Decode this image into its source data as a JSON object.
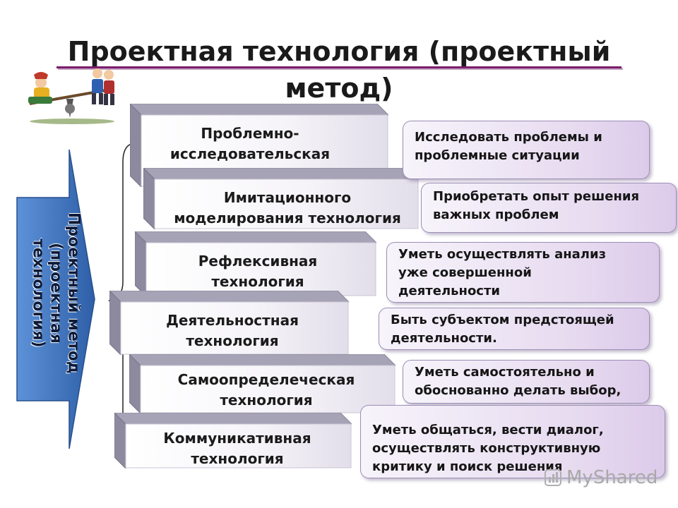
{
  "title": {
    "line1": "Проектная технология (проектный",
    "line2": "метод)"
  },
  "side_arrow": {
    "label": "Проектный метод\n(проектная\nтехнология)",
    "color": "#3f78c4"
  },
  "technologies": [
    {
      "label": "Проблемно-\nисследовательская",
      "note": "Исследовать  проблемы и\nпроблемные ситуации"
    },
    {
      "label": "Имитационного\nмоделирования технология",
      "note": "Приобретать опыт решения\nважных проблем"
    },
    {
      "label": "Рефлексивная\nтехнология",
      "note": "  Уметь осуществлять анализ\nуже совершенной\nдеятельности"
    },
    {
      "label": "Деятельностная\nтехнология",
      "note": "Быть субъектом предстоящей\nдеятельности."
    },
    {
      "label": "Самоопределеческая\nтехнология",
      "note": "Уметь самостоятельно  и\n обоснованно делать выбор,"
    },
    {
      "label": "Коммуникативная\nтехнология",
      "note": "Уметь общаться,  вести  диалог,\nосуществлять  конструктивную\nкритику и поиск решения"
    }
  ],
  "watermark": {
    "text": "MyShared",
    "icon": "myshared-logo-icon"
  },
  "clipart": {
    "icon": "kids-seesaw-clipart"
  }
}
